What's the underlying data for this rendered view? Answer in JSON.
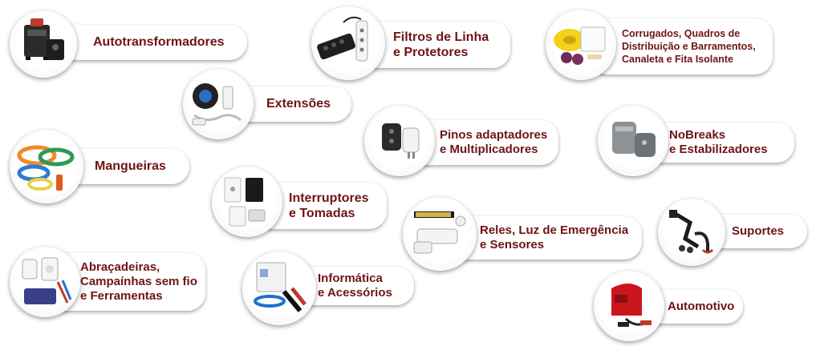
{
  "categories": [
    {
      "id": "autotransformadores",
      "lines": [
        "Autotransformadores"
      ],
      "icon": "autotransformer-icon"
    },
    {
      "id": "filtros",
      "lines": [
        "Filtros de Linha",
        "e Protetores"
      ],
      "icon": "power-strip-icon"
    },
    {
      "id": "corrugados",
      "lines": [
        "Corrugados, Quadros de",
        "Distribuição e Barramentos,",
        "Canaleta e Fita Isolante"
      ],
      "icon": "conduit-icon"
    },
    {
      "id": "extensoes",
      "lines": [
        "Extensões"
      ],
      "icon": "extension-reel-icon"
    },
    {
      "id": "pinos",
      "lines": [
        "Pinos adaptadores",
        "e Multiplicadores"
      ],
      "icon": "plug-adapter-icon"
    },
    {
      "id": "nobreaks",
      "lines": [
        "NoBreaks",
        "e Estabilizadores"
      ],
      "icon": "ups-icon"
    },
    {
      "id": "mangueiras",
      "lines": [
        "Mangueiras"
      ],
      "icon": "hose-icon"
    },
    {
      "id": "interruptores",
      "lines": [
        "Interruptores",
        "e Tomadas"
      ],
      "icon": "wall-switch-icon"
    },
    {
      "id": "reles",
      "lines": [
        "Reles, Luz de Emergência",
        "e Sensores"
      ],
      "icon": "emergency-light-icon"
    },
    {
      "id": "suportes",
      "lines": [
        "Suportes"
      ],
      "icon": "wall-bracket-icon"
    },
    {
      "id": "abracadeiras",
      "lines": [
        "Abraçadeiras,",
        "Campaínhas sem fio",
        " e Ferramentas"
      ],
      "icon": "doorbell-tools-icon"
    },
    {
      "id": "informatica",
      "lines": [
        "Informática",
        "e Acessórios"
      ],
      "icon": "network-cable-icon"
    },
    {
      "id": "automotivo",
      "lines": [
        "Automotivo"
      ],
      "icon": "battery-charger-icon"
    }
  ],
  "colors": {
    "label": "#6e1416"
  }
}
